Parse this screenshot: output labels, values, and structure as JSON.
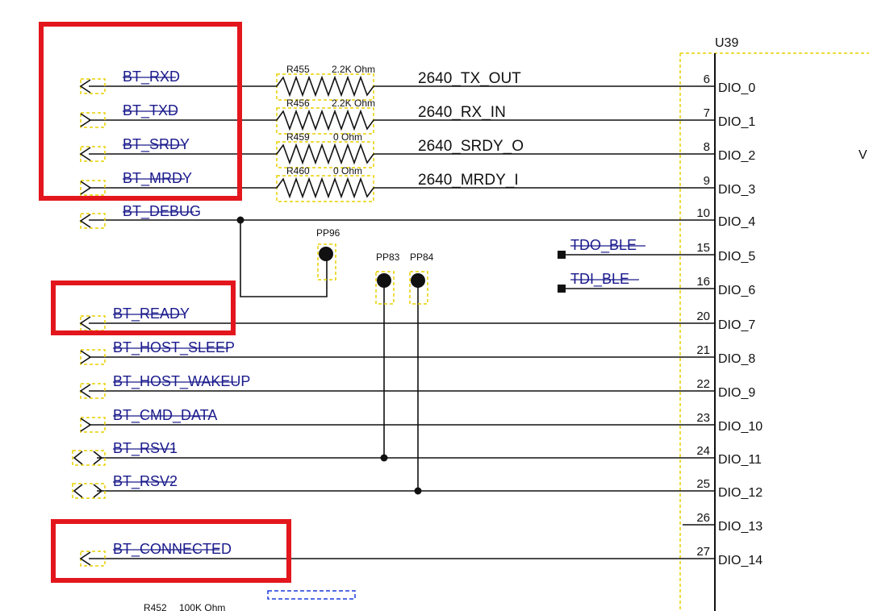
{
  "chip": {
    "ref": "U39",
    "partial_label": "V"
  },
  "pins": [
    {
      "num": "6",
      "name": "DIO_0"
    },
    {
      "num": "7",
      "name": "DIO_1"
    },
    {
      "num": "8",
      "name": "DIO_2"
    },
    {
      "num": "9",
      "name": "DIO_3"
    },
    {
      "num": "10",
      "name": "DIO_4"
    },
    {
      "num": "15",
      "name": "DIO_5"
    },
    {
      "num": "16",
      "name": "DIO_6"
    },
    {
      "num": "20",
      "name": "DIO_7"
    },
    {
      "num": "21",
      "name": "DIO_8"
    },
    {
      "num": "22",
      "name": "DIO_9"
    },
    {
      "num": "23",
      "name": "DIO_10"
    },
    {
      "num": "24",
      "name": "DIO_11"
    },
    {
      "num": "25",
      "name": "DIO_12"
    },
    {
      "num": "26",
      "name": "DIO_13"
    },
    {
      "num": "27",
      "name": "DIO_14"
    }
  ],
  "signals": [
    {
      "label": "BT_RXD",
      "direction": "in"
    },
    {
      "label": "BT_TXD",
      "direction": "out"
    },
    {
      "label": "BT_SRDY",
      "direction": "in"
    },
    {
      "label": "BT_MRDY",
      "direction": "out"
    },
    {
      "label": "BT_DEBUG",
      "direction": "in"
    },
    {
      "label": "BT_READY",
      "direction": "in"
    },
    {
      "label": "BT_HOST_SLEEP",
      "direction": "out"
    },
    {
      "label": "BT_HOST_WAKEUP",
      "direction": "in"
    },
    {
      "label": "BT_CMD_DATA",
      "direction": "out"
    },
    {
      "label": "BT_RSV1",
      "direction": "bidir"
    },
    {
      "label": "BT_RSV2",
      "direction": "bidir"
    },
    {
      "label": "BT_CONNECTED",
      "direction": "in"
    }
  ],
  "resistors": [
    {
      "ref": "R455",
      "value": "2.2K Ohm"
    },
    {
      "ref": "R456",
      "value": "2.2K Ohm"
    },
    {
      "ref": "R459",
      "value": "0 Ohm"
    },
    {
      "ref": "R460",
      "value": "0 Ohm"
    }
  ],
  "nets": [
    "2640_TX_OUT",
    "2640_RX_IN",
    "2640_SRDY_O",
    "2640_MRDY_I"
  ],
  "testpoints": [
    "PP96",
    "PP83",
    "PP84"
  ],
  "debug_labels": [
    "TDO_BLE",
    "TDI_BLE"
  ],
  "bottom_partial": {
    "ref": "R452",
    "value": "100K Ohm"
  }
}
